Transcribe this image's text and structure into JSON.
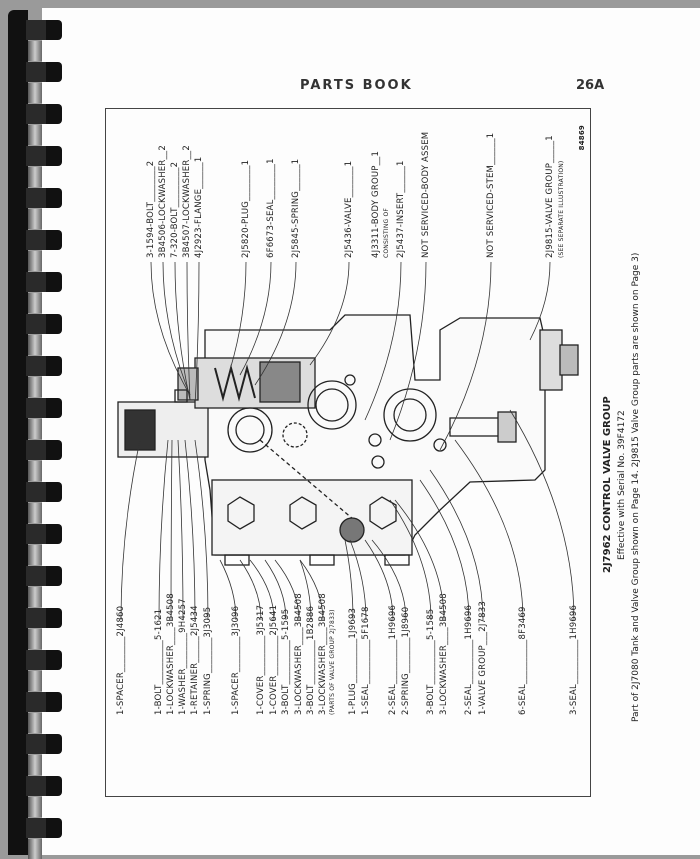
{
  "header": {
    "title": "PARTS BOOK",
    "page_number": "26A"
  },
  "figure_number": "84869",
  "top_labels": [
    "3-1594-BOLT________2",
    "3B4506-LOCKWASHER__2",
    "7-320-BOLT_________2",
    "3B4507-LOCKWASHER__2",
    "4J2923-FLANGE______1",
    "2J5820-PLUG________1",
    "6F6673-SEAL________1",
    "2J5845-SPRING______1",
    "2J5436-VALVE_______1",
    "4J3311-BODY GROUP__1",
    "CONSISTING OF",
    "2J5437-INSERT______1",
    "NOT SERVICED-BODY ASSEM",
    "NOT SERVICED-STEM______1",
    "2J9815-VALVE GROUP_____1",
    "(SEE SEPARATE ILLUSTRATION)"
  ],
  "bottom_labels": [
    "1-SPACER________2J4860",
    "1-BOLT__________5-1621",
    "1-LOCKWASHER____3B4508",
    "1-WASHER________9H4257",
    "1-RETAINER______2J5434",
    "1-SPRING________3J3095",
    "1-SPACER________3J3096",
    "1-COVER_________3J5317",
    "1-COVER_________2J5641",
    "3-BOLT__________5-1595",
    "3-LOCKWASHER____3B4508",
    "3-BOLT__________1B2886",
    "3-LOCKWASHER____3B4508",
    "(PARTS OF VALVE GROUP 2J7833)",
    "1-PLUG__________1J9693",
    "1-SEAL__________5F1678",
    "2-SEAL__________1H9696",
    "2-SPRING________1J8960",
    "3-BOLT__________5-1585",
    "3-LOCKWASHER____3B4508",
    "2-SEAL__________1H9696",
    "1-VALVE GROUP___2J7833",
    "6-SEAL__________8F3469",
    "3-SEAL__________1H9696"
  ],
  "caption": {
    "title": "2J7962 CONTROL VALVE GROUP",
    "effective": "Effective with Serial No. 39F4172",
    "note": "Part of 2J7080 Tank and Valve Group shown on Page 14. 2J9815 Valve Group parts are shown on Page 3)"
  }
}
